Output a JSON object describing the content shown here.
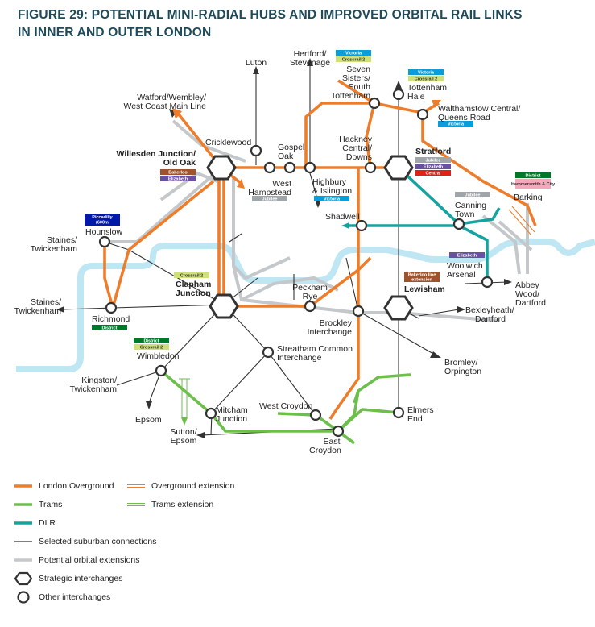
{
  "title_line1": "FIGURE 29: POTENTIAL MINI-RADIAL HUBS AND IMPROVED ORBITAL RAIL LINKS",
  "title_line2": "IN INNER AND OUTER LONDON",
  "colors": {
    "overground": "#ee7d2b",
    "trams": "#6dbf4b",
    "dlr": "#16a3a0",
    "suburban": "#333333",
    "orbital": "#c4c8cb",
    "river": "#bfe6f3",
    "victoria": "#0a9dd9",
    "crossrail": "#cfe07a",
    "jubilee": "#a0a5a9",
    "bakerloo": "#a0522d",
    "elizabeth": "#6950a1",
    "central": "#e32017",
    "district": "#00782a",
    "hammersmith": "#f3a9bb",
    "piccadilly": "#0019a8"
  },
  "stations": {
    "luton": "Luton",
    "hertford": [
      "Hertford/",
      "Stevenage"
    ],
    "seven_sisters": [
      "Seven",
      "Sisters/",
      "South",
      "Tottenham"
    ],
    "tottenham_hale": [
      "Tottenham",
      "Hale"
    ],
    "watford": [
      "Watford/Wembley/",
      "West Coast Main Line"
    ],
    "walthamstow": [
      "Walthamstow Central/",
      "Queens Road"
    ],
    "cricklewood": "Cricklewood",
    "gospel_oak": [
      "Gospel",
      "Oak"
    ],
    "hackney": [
      "Hackney",
      "Central/",
      "Downs"
    ],
    "willesden": [
      "Willesden Junction/",
      "Old Oak"
    ],
    "stratford": "Stratford",
    "west_hampstead": [
      "West",
      "Hampstead"
    ],
    "highbury": [
      "Highbury",
      "& Islington"
    ],
    "barking": "Barking",
    "canning_town": [
      "Canning",
      "Town"
    ],
    "hounslow": "Hounslow",
    "shadwell": "Shadwell",
    "staines1": [
      "Staines/",
      "Twickenham"
    ],
    "woolwich": [
      "Woolwich",
      "Arsenal"
    ],
    "clapham": [
      "Clapham",
      "Junction"
    ],
    "peckham": [
      "Peckham",
      "Rye"
    ],
    "lewisham": "Lewisham",
    "abbey_wood": [
      "Abbey",
      "Wood/",
      "Dartford"
    ],
    "staines2": [
      "Staines/",
      "Twickenham"
    ],
    "richmond": "Richmond",
    "bexleyheath": [
      "Bexleyheath/",
      "Dartford"
    ],
    "brockley": [
      "Brockley",
      "Interchange"
    ],
    "streatham": [
      "Streatham Common",
      "Interchange"
    ],
    "wimbledon": "Wimbledon",
    "bromley": [
      "Bromley/",
      "Orpington"
    ],
    "kingston": [
      "Kingston/",
      "Twickenham"
    ],
    "west_croydon": "West Croydon",
    "elmers_end": [
      "Elmers",
      "End"
    ],
    "epsom": "Epsom",
    "mitcham": [
      "Mitcham",
      "Junction"
    ],
    "sutton": [
      "Sutton/",
      "Epsom"
    ],
    "east_croydon": [
      "East",
      "Croydon"
    ]
  },
  "tags": {
    "victoria": "Victoria",
    "crossrail2": "Crossrail 2",
    "jubilee": "Jubilee",
    "bakerloo": "Bakerloo",
    "elizabeth": "Elizabeth",
    "central": "Central",
    "district": "District",
    "hammersmith": "Hammersmith & City",
    "piccadilly1": "Piccadilly",
    "piccadilly2": "(600m",
    "bakerloo_ext1": "Bakerloo line",
    "bakerloo_ext2": "extension"
  },
  "legend": {
    "overground": "London Overground",
    "overground_ext": "Overground extension",
    "trams": "Trams",
    "trams_ext": "Trams extension",
    "dlr": "DLR",
    "suburban": "Selected suburban connections",
    "orbital": "Potential orbital extensions",
    "strategic": "Strategic interchanges",
    "other": "Other interchanges"
  }
}
